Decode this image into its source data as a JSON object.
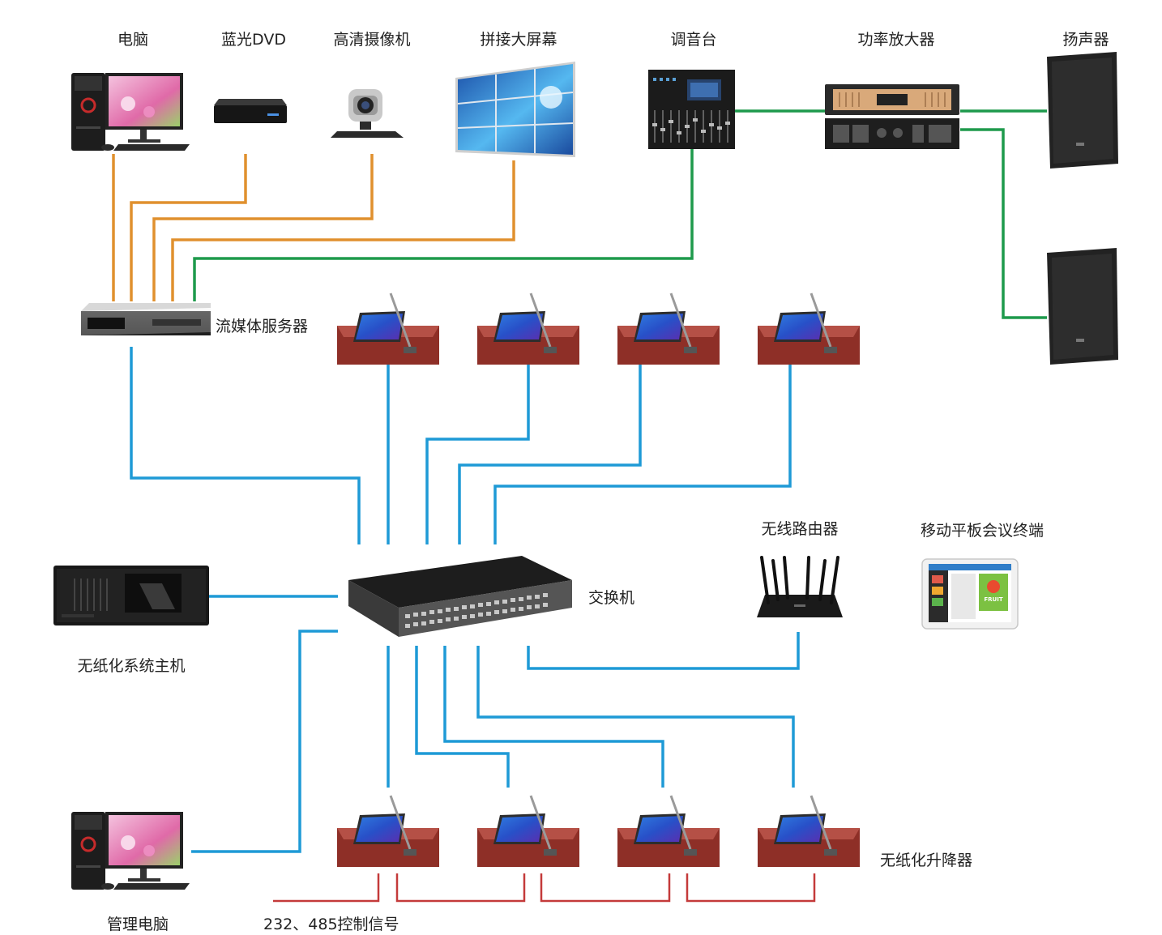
{
  "labels": {
    "pc": "电脑",
    "bluray": "蓝光DVD",
    "camera": "高清摄像机",
    "videowall": "拼接大屏幕",
    "mixer": "调音台",
    "amplifier": "功率放大器",
    "speaker": "扬声器",
    "media_server": "流媒体服务器",
    "switch": "交换机",
    "router": "无线路由器",
    "tablet": "移动平板会议终端",
    "host": "无纸化系统主机",
    "lifter": "无纸化升降器",
    "admin_pc": "管理电脑",
    "control_signal": "232、485控制信号"
  },
  "tablet_screen_text": "FRUIT",
  "line_colors": {
    "video": "#e0902e",
    "audio": "#1e9a4c",
    "network": "#1e9ad6",
    "control": "#c43a3a"
  }
}
